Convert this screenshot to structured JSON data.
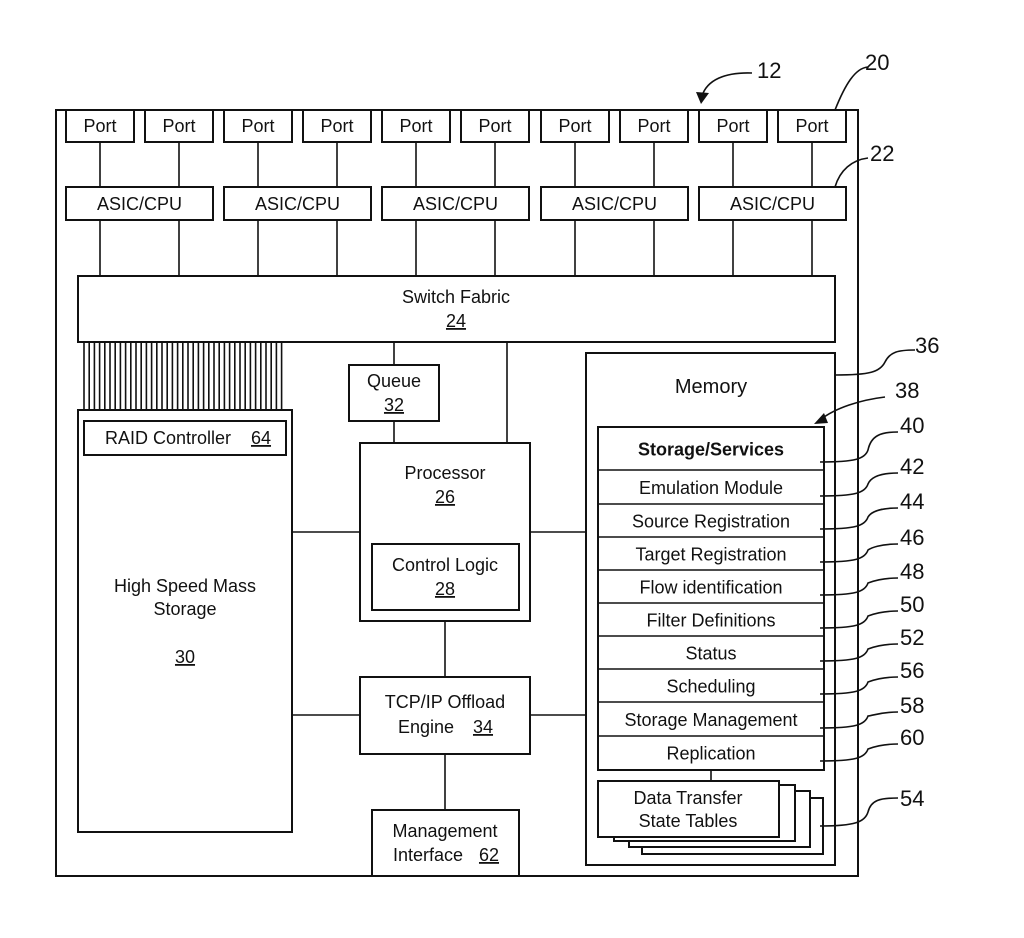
{
  "figure": {
    "ports": [
      "Port",
      "Port",
      "Port",
      "Port",
      "Port",
      "Port",
      "Port",
      "Port",
      "Port",
      "Port"
    ],
    "asics": [
      "ASIC/CPU",
      "ASIC/CPU",
      "ASIC/CPU",
      "ASIC/CPU",
      "ASIC/CPU"
    ],
    "switch_fabric": {
      "label": "Switch Fabric",
      "ref": "24"
    },
    "queue": {
      "label": "Queue",
      "ref": "32"
    },
    "processor": {
      "label": "Processor",
      "ref": "26"
    },
    "control_logic": {
      "label": "Control Logic",
      "ref": "28"
    },
    "tcp_offload": {
      "label_line1": "TCP/IP Offload",
      "label_line2": "Engine",
      "ref": "34"
    },
    "management": {
      "label_line1": "Management",
      "label_line2": "Interface",
      "ref": "62"
    },
    "raid": {
      "label": "RAID Controller",
      "ref": "64"
    },
    "mass_storage": {
      "label_line1": "High Speed Mass",
      "label_line2": "Storage",
      "ref": "30"
    },
    "memory": {
      "label": "Memory"
    },
    "memory_modules": [
      {
        "label": "Storage/Services",
        "ref": "40",
        "bold": true
      },
      {
        "label": "Emulation Module",
        "ref": "42"
      },
      {
        "label": "Source Registration",
        "ref": "44"
      },
      {
        "label": "Target Registration",
        "ref": "46"
      },
      {
        "label": "Flow identification",
        "ref": "48"
      },
      {
        "label": "Filter Definitions",
        "ref": "50"
      },
      {
        "label": "Status",
        "ref": "52"
      },
      {
        "label": "Scheduling",
        "ref": "56"
      },
      {
        "label": "Storage Management",
        "ref": "58"
      },
      {
        "label": "Replication",
        "ref": "60"
      }
    ],
    "state_tables": {
      "label_line1": "Data Transfer",
      "label_line2": "State Tables",
      "ref": "54"
    },
    "refs": {
      "device": "12",
      "port": "20",
      "asic": "22",
      "memory": "36",
      "module_stack": "38"
    }
  }
}
